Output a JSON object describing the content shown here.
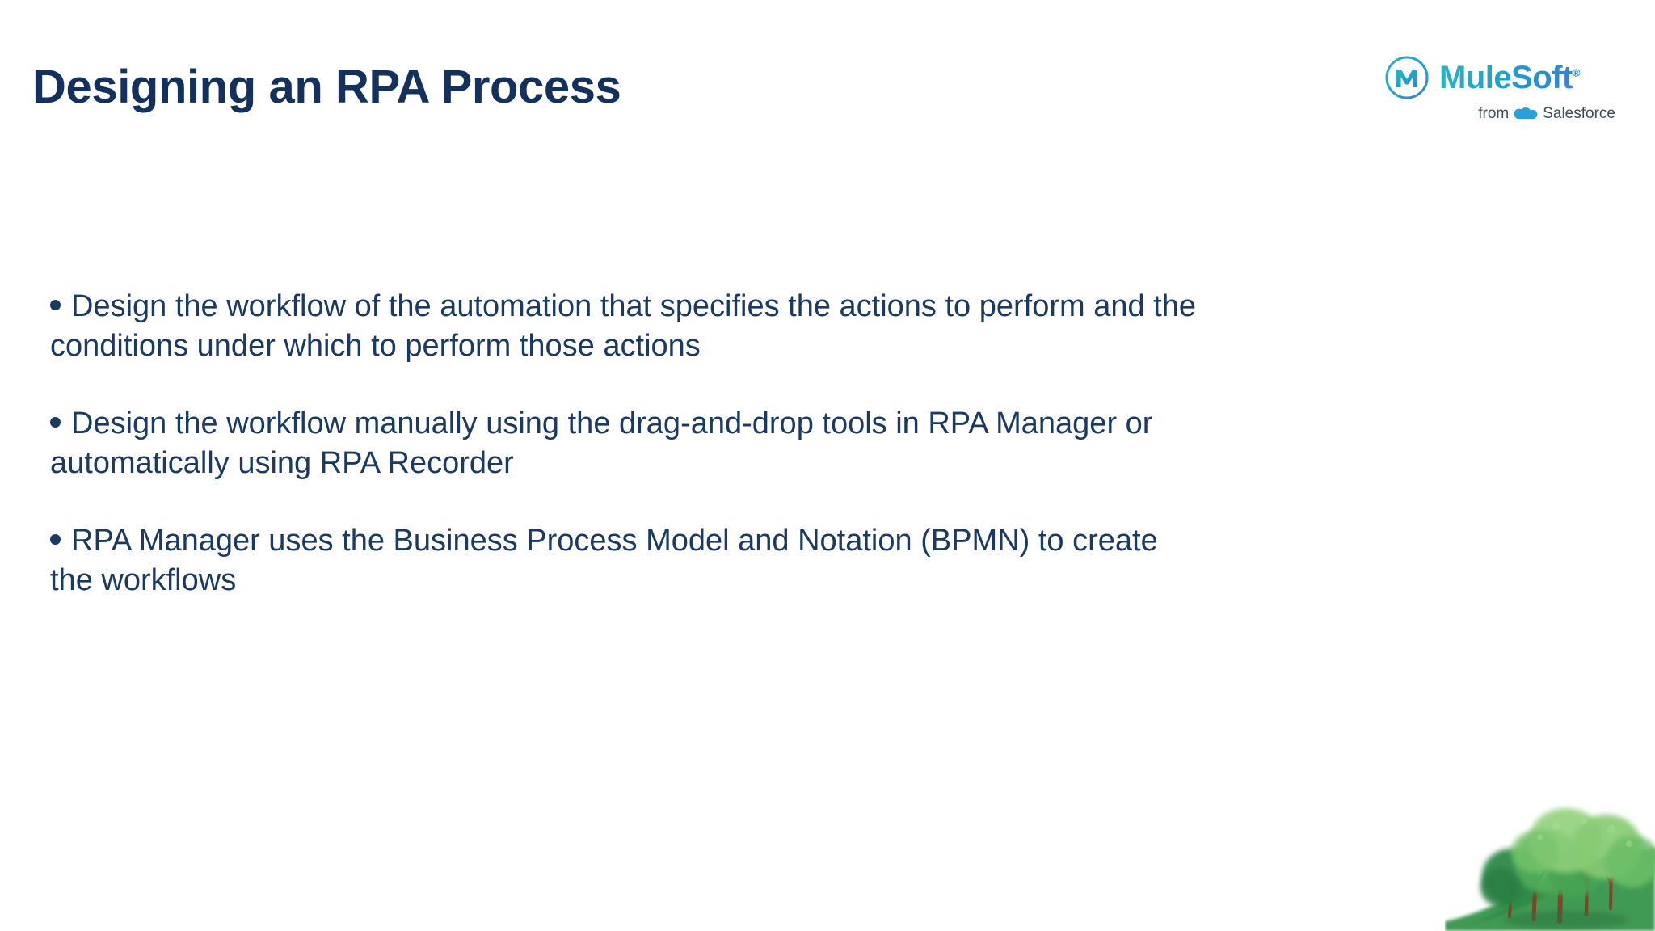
{
  "slide": {
    "title": "Designing an RPA Process",
    "background_color": "#ffffff",
    "text_color": "#1a3a63",
    "title_color": "#13315c"
  },
  "logo": {
    "mark_name": "mulesoft-m-mark",
    "wordmark": "MuleSoft",
    "registered_mark": "®",
    "tagline_prefix": "from",
    "tagline_brand": "Salesforce",
    "cloud_icon_name": "salesforce-cloud-icon",
    "accent_color_start": "#2ab3c0",
    "accent_color_end": "#3c7ed0",
    "tagline_color": "#3f4b57"
  },
  "bullets": [
    {
      "marker": "●",
      "text": "Design the workflow of the automation that specifies the actions to perform and the conditions under which to perform those actions"
    },
    {
      "marker": "●",
      "text": "Design the workflow manually using the drag-and-drop tools in RPA Manager or automatically using RPA Recorder"
    },
    {
      "marker": "●",
      "text": "RPA Manager uses the Business Process Model and Notation (BPMN) to create the workflows"
    }
  ],
  "decoration": {
    "name": "trees-on-hill-illustration",
    "foliage_light": "#8fd07a",
    "foliage_mid": "#4fae5a",
    "foliage_dark": "#2f8a4a",
    "hill_color": "#3f9a52",
    "trunk_color": "#8a4a2a"
  }
}
